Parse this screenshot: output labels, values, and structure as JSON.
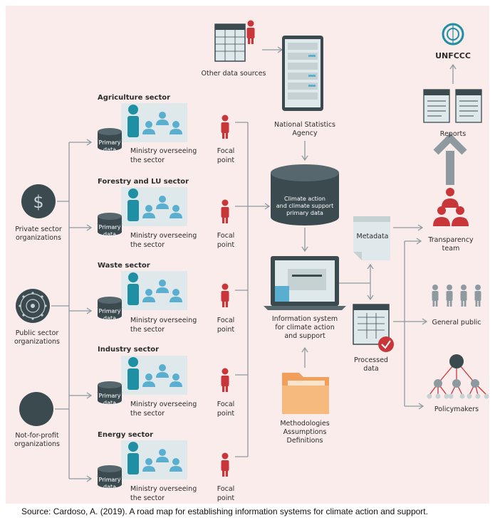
{
  "sectors": [
    {
      "title": "Agriculture sector",
      "db": [
        "Primary",
        "data"
      ],
      "ministry": [
        "Ministry overseeing",
        "the sector"
      ],
      "focal": [
        "Focal",
        "point"
      ]
    },
    {
      "title": "Forestry and LU sector",
      "db": [
        "Primary",
        "data"
      ],
      "ministry": [
        "Ministry overseeing",
        "the sector"
      ],
      "focal": [
        "Focal",
        "point"
      ]
    },
    {
      "title": "Waste sector",
      "db": [
        "Primary",
        "data"
      ],
      "ministry": [
        "Ministry overseeing",
        "the sector"
      ],
      "focal": [
        "Focal",
        "point"
      ]
    },
    {
      "title": "Industry sector",
      "db": [
        "Primary",
        "data"
      ],
      "ministry": [
        "Ministry overseeing",
        "the sector"
      ],
      "focal": [
        "Focal",
        "point"
      ]
    },
    {
      "title": "Energy sector",
      "db": [
        "Primary",
        "data"
      ],
      "ministry": [
        "Ministry overseeing",
        "the sector"
      ],
      "focal": [
        "Focal",
        "point"
      ]
    }
  ],
  "organizations": {
    "private": [
      "Private sector",
      "organizations"
    ],
    "public": [
      "Public sector",
      "organizations"
    ],
    "nonprofit": [
      "Not-for-profit",
      "organizations"
    ]
  },
  "other_sources": "Other data sources",
  "nsa": [
    "National Statistics",
    "Agency"
  ],
  "climate_db": [
    "Climate action",
    "and climate support",
    "primary data"
  ],
  "info_system": [
    "Information system",
    "for climate action",
    "and support"
  ],
  "methodologies": [
    "Methodologies",
    "Assumptions",
    "Definitions"
  ],
  "metadata": "Metadata",
  "processed": [
    "Processed",
    "data"
  ],
  "reports": "Reports",
  "unfccc": "UNFCCC",
  "transparency": [
    "Transparency",
    "team"
  ],
  "general_public": "General public",
  "policymakers": "Policymakers",
  "dollar": "$",
  "source": "Source: Cardoso, A. (2019). A road map for establishing information systems for climate action and support.",
  "colors": {
    "background": "#f9ecea",
    "teal": "#1f8fa4",
    "light_blue": "#5aaed0",
    "red": "#c8363a",
    "dark": "#3a4a4f",
    "panel": "#dfe9ec",
    "folder": "#f0a05a"
  }
}
